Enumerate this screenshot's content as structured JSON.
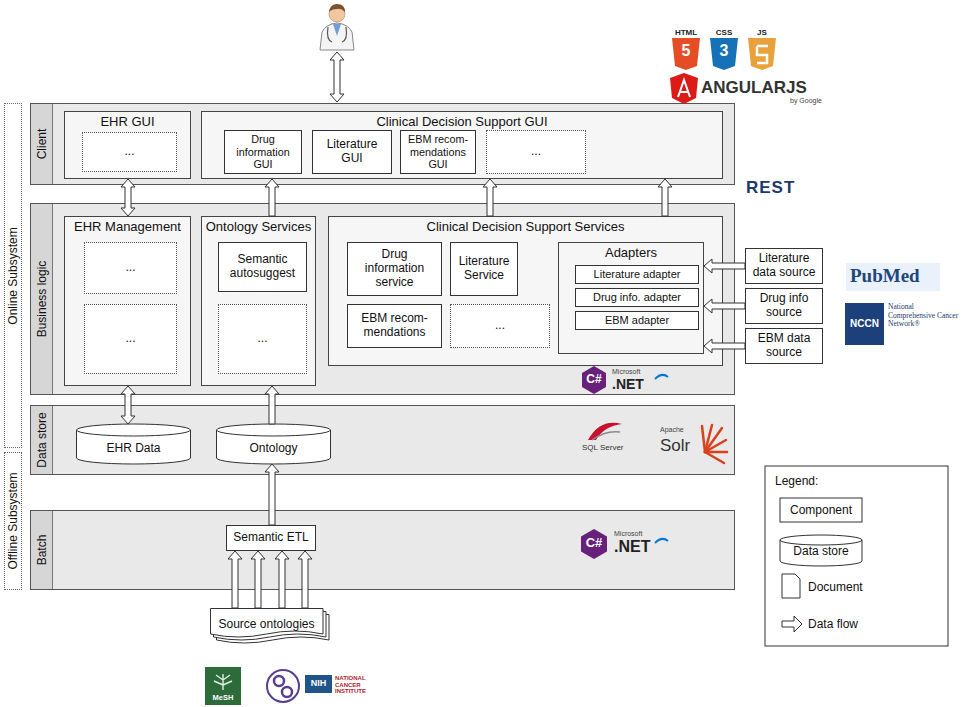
{
  "diagram": {
    "nodes": [
      {
        "text": [
          "Online Subsystem"
        ]
      },
      {
        "text": [
          "Offline Subsystem"
        ]
      },
      {
        "text": [
          "Client"
        ]
      },
      {
        "text": [
          "EHR GUI"
        ],
        "in": 2
      },
      {
        "text": [
          "..."
        ],
        "in": 3
      },
      {
        "text": [
          "Clinical Decision Support GUI"
        ],
        "in": 2
      },
      {
        "text": [
          "Drug information GUI"
        ],
        "in": 5
      },
      {
        "text": [
          "Literature GUI"
        ],
        "in": 5
      },
      {
        "text": [
          "EBM recom- mendations GUI"
        ],
        "in": 5
      },
      {
        "text": [
          "..."
        ],
        "in": 5
      },
      {
        "text": [
          "Business logic"
        ]
      },
      {
        "text": [
          "EHR Management"
        ],
        "in": 10
      },
      {
        "text": [
          "..."
        ],
        "in": 11
      },
      {
        "text": [
          "..."
        ],
        "in": 11
      },
      {
        "text": [
          "Ontology Services"
        ],
        "in": 10
      },
      {
        "text": [
          "Semantic autosuggest"
        ],
        "in": 14
      },
      {
        "text": [
          "..."
        ],
        "in": 14
      },
      {
        "text": [
          "Clinical Decision Support Services"
        ],
        "in": 10
      },
      {
        "text": [
          "Drug information service"
        ],
        "in": 17
      },
      {
        "text": [
          "Literature Service"
        ],
        "in": 17
      },
      {
        "text": [
          "EBM recom- mendations"
        ],
        "in": 17
      },
      {
        "text": [
          "..."
        ],
        "in": 17
      },
      {
        "text": [
          "Adapters"
        ],
        "in": 17
      },
      {
        "text": [
          "Literature adapter"
        ],
        "in": 22
      },
      {
        "text": [
          "Drug info. adapter"
        ],
        "in": 22
      },
      {
        "text": [
          "EBM adapter"
        ],
        "in": 22
      },
      {
        "text": [
          "Literature data source"
        ]
      },
      {
        "text": [
          "Drug info source"
        ]
      },
      {
        "text": [
          "EBM data source"
        ]
      },
      {
        "text": [
          "Data store"
        ]
      },
      {
        "text": [
          "EHR Data"
        ],
        "in": 29
      },
      {
        "text": [
          "Ontology"
        ],
        "in": 29
      },
      {
        "text": [
          "Batch"
        ]
      },
      {
        "text": [
          "Semantic ETL"
        ],
        "in": 32
      },
      {
        "text": [
          "Source ontologies"
        ]
      }
    ],
    "edges": [
      {
        "from": 3,
        "to": 11,
        "arrow": "both"
      },
      {
        "from": 14,
        "to": 5,
        "arrow": "to"
      },
      {
        "from": 17,
        "to": 5,
        "arrow": "to"
      },
      {
        "from": 17,
        "to": 5,
        "arrow": "to"
      },
      {
        "from": 26,
        "to": 22,
        "arrow": "to"
      },
      {
        "from": 27,
        "to": 22,
        "arrow": "to"
      },
      {
        "from": 28,
        "to": 22,
        "arrow": "to"
      },
      {
        "from": 30,
        "to": 11,
        "arrow": "both"
      },
      {
        "from": 31,
        "to": 14,
        "arrow": "to"
      },
      {
        "from": 33,
        "to": 31,
        "arrow": "to"
      },
      {
        "from": 34,
        "to": 33,
        "arrow": "to"
      },
      {
        "from": 34,
        "to": 33,
        "arrow": "to"
      },
      {
        "from": 34,
        "to": 33,
        "arrow": "to"
      },
      {
        "from": 34,
        "to": 33,
        "arrow": "to"
      }
    ],
    "labels": [
      "HTML",
      "5",
      "CSS",
      "3",
      "JS",
      "ANGULARJS",
      "by Google",
      "REST",
      "PubMed",
      "NCCN",
      "National Comprehensive Cancer Network®",
      "C#",
      "Microsoft",
      ".NET",
      "SQL Server",
      "Apache",
      "Solr",
      "C#",
      "Microsoft",
      ".NET",
      "MeSH",
      "NIH",
      "NATIONAL CANCER INSTITUTE",
      "Legend:"
    ],
    "legend": [
      {
        "text": "Component"
      },
      {
        "text": "Data store"
      },
      {
        "text": "Document"
      },
      {
        "text": "Data flow"
      }
    ]
  }
}
